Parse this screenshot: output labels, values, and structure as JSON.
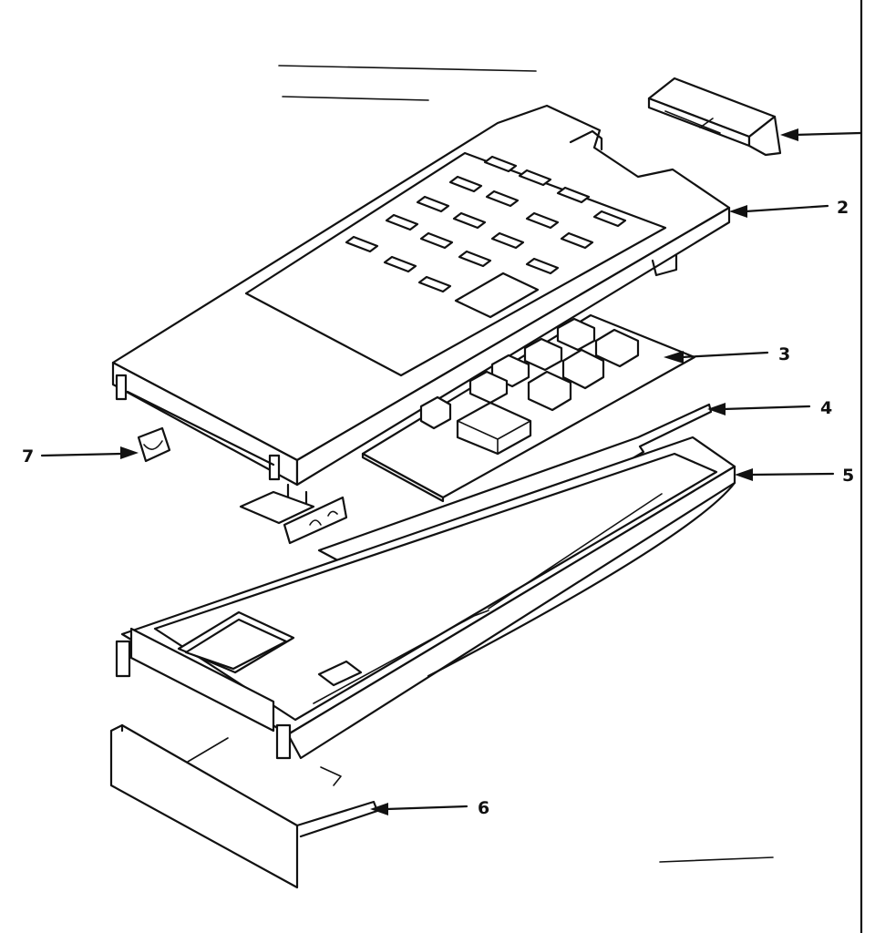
{
  "diagram": {
    "style": {
      "line_color": "#111111",
      "background": "#ffffff"
    },
    "callouts": [
      {
        "id": "callout-1",
        "label": ""
      },
      {
        "id": "callout-2",
        "label": "2"
      },
      {
        "id": "callout-3",
        "label": "3"
      },
      {
        "id": "callout-4",
        "label": "4"
      },
      {
        "id": "callout-5",
        "label": "5"
      },
      {
        "id": "callout-6",
        "label": "6"
      },
      {
        "id": "callout-7",
        "label": "7"
      }
    ]
  }
}
